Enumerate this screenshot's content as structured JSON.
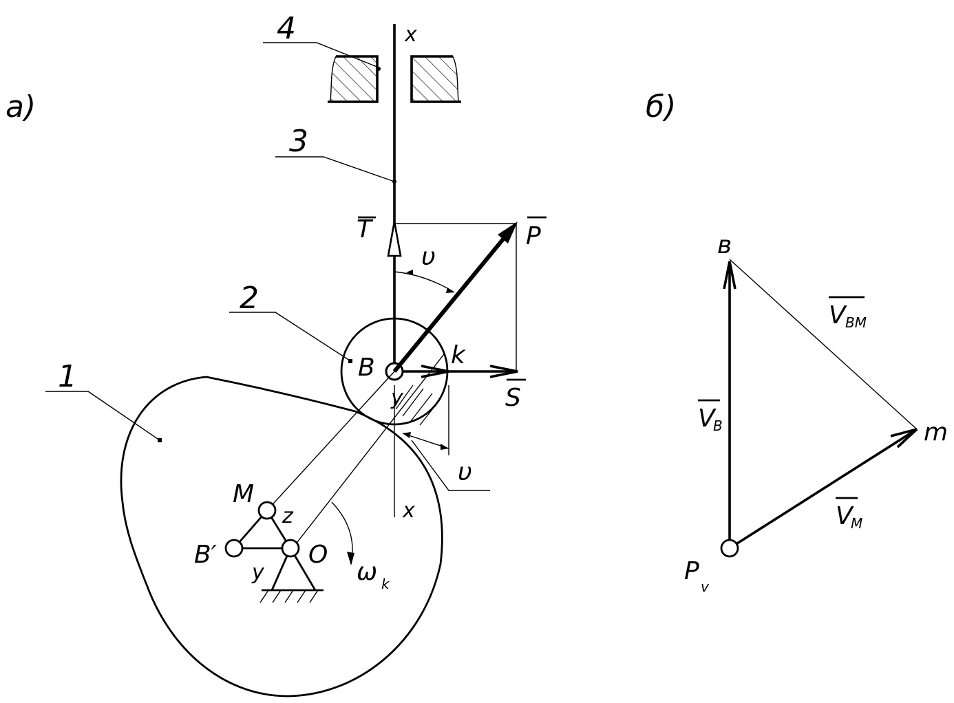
{
  "panel_a": {
    "label": "а)",
    "leaders": [
      "4",
      "3",
      "2",
      "1"
    ],
    "points": {
      "B": "B",
      "O": "O",
      "M": "M",
      "B_prime": "B′",
      "k": "k",
      "x_top": "x",
      "x_bottom": "x",
      "y_roller": "y",
      "y_frame": "y",
      "z": "z"
    },
    "vectors": {
      "T": "T",
      "P": "P",
      "S": "S"
    },
    "angle": "υ",
    "angle_bottom": "υ",
    "omega": "ω",
    "omega_sub": "k"
  },
  "panel_b": {
    "label": "б)",
    "points": {
      "b": "в",
      "m": "m",
      "pv": "P",
      "pv_sub": "v"
    },
    "vectors": {
      "VBM": "V",
      "VBM_sub": "BM",
      "VB": "V",
      "VB_sub": "B",
      "VM": "V",
      "VM_sub": "M"
    }
  }
}
